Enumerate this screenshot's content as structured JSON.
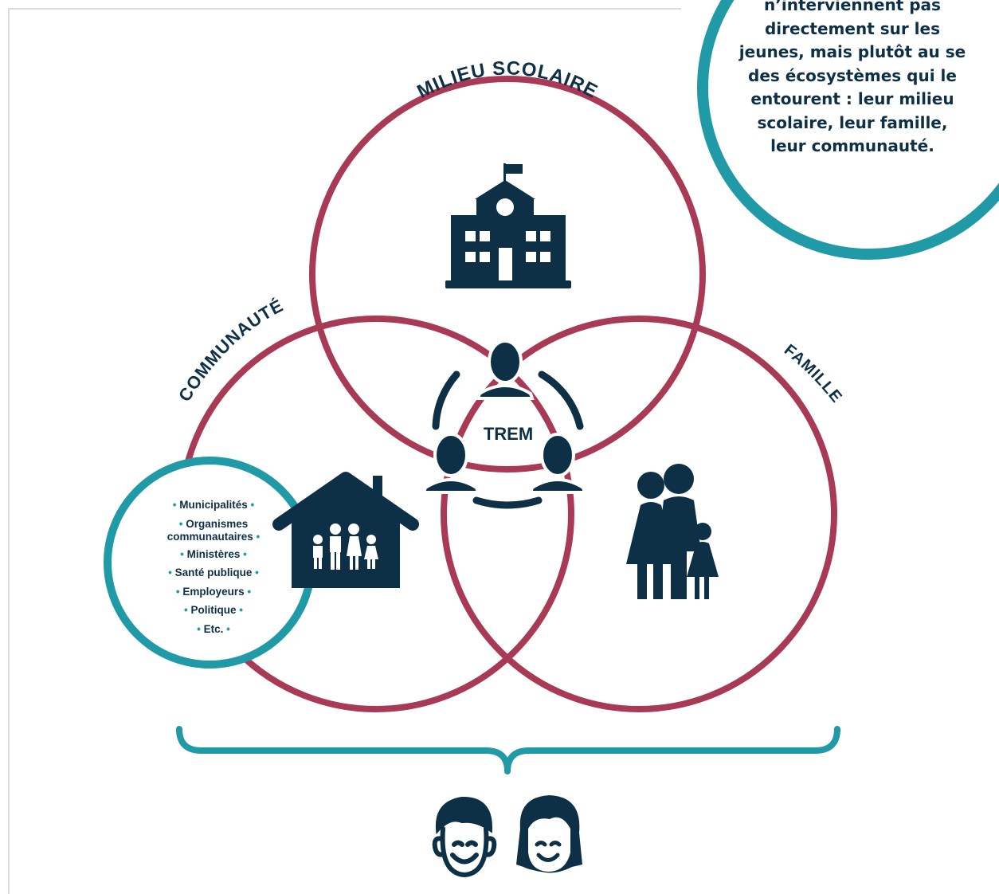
{
  "colors": {
    "navy": "#0d3047",
    "crimson": "#a83a55",
    "teal": "#1f9aa6"
  },
  "callout": {
    "lines": [
      [
        {
          "t": "n’interviennent pas",
          "b": true
        }
      ],
      [
        {
          "t": "directement sur les",
          "b": true
        }
      ],
      [
        {
          "t": "jeunes, mais plutôt au se",
          "b": true
        }
      ],
      [
        {
          "t": "des écosystèmes qui le",
          "b": true
        }
      ],
      [
        {
          "t": "entourent : leur ",
          "b": false
        },
        {
          "t": "milieu",
          "b": true
        }
      ],
      [
        {
          "t": "scolaire",
          "b": true
        },
        {
          "t": ", leur ",
          "b": false
        },
        {
          "t": "famille",
          "b": true
        },
        {
          "t": ",",
          "b": false
        }
      ],
      [
        {
          "t": "leur ",
          "b": false
        },
        {
          "t": "communauté",
          "b": true
        },
        {
          "t": ".",
          "b": false
        }
      ]
    ]
  },
  "circles": {
    "milieu_scolaire": "MILIEU SCOLAIRE",
    "communaute": "COMMUNAUTÉ",
    "famille": "FAMILLE"
  },
  "center_label": "TREM",
  "organizations": [
    "Municipalités",
    "Organismes communautaires",
    "Ministères",
    "Santé publique",
    "Employeurs",
    "Politique",
    "Etc."
  ],
  "icons": [
    "school-icon",
    "house-family-icon",
    "family-icon",
    "trem-people-icon",
    "boy-face-icon",
    "girl-face-icon",
    "brace-icon"
  ]
}
